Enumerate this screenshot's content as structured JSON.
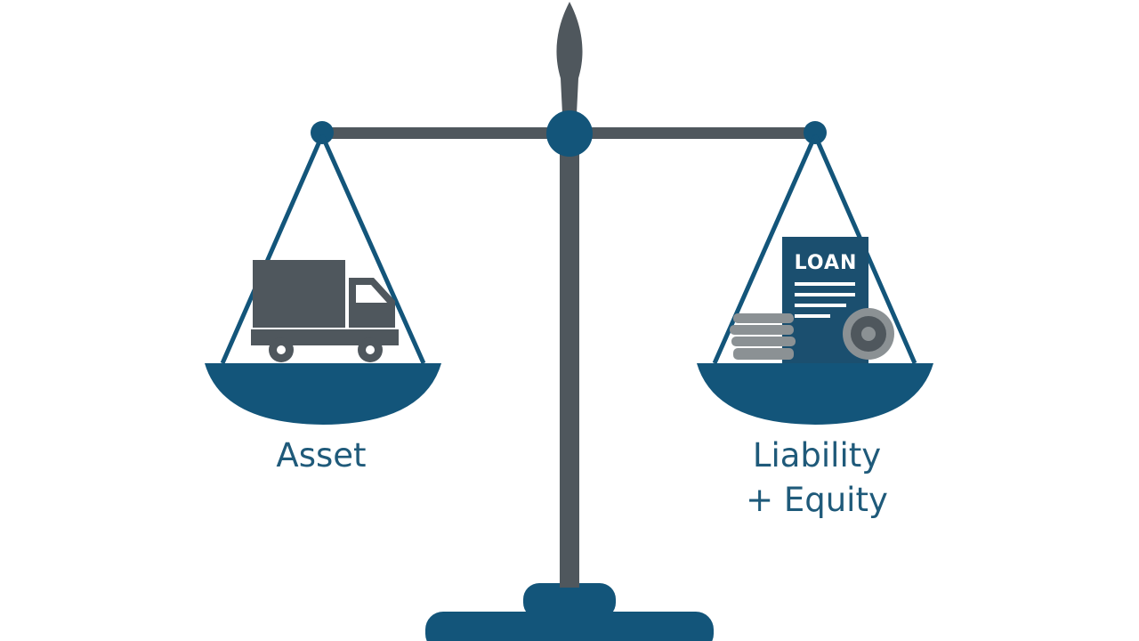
{
  "diagram": {
    "left_pan": {
      "label": "Asset",
      "icon": "truck-icon"
    },
    "right_pan": {
      "label_line1": "Liability",
      "label_line2": "+ Equity",
      "document_title": "LOAN",
      "icons": [
        "loan-document-icon",
        "coin-stack-icon",
        "coin-icon"
      ]
    },
    "colors": {
      "navy": "#13557a",
      "steel": "#4f575d",
      "coin_gray": "#8b9194",
      "label": "#1f5a7a"
    }
  }
}
